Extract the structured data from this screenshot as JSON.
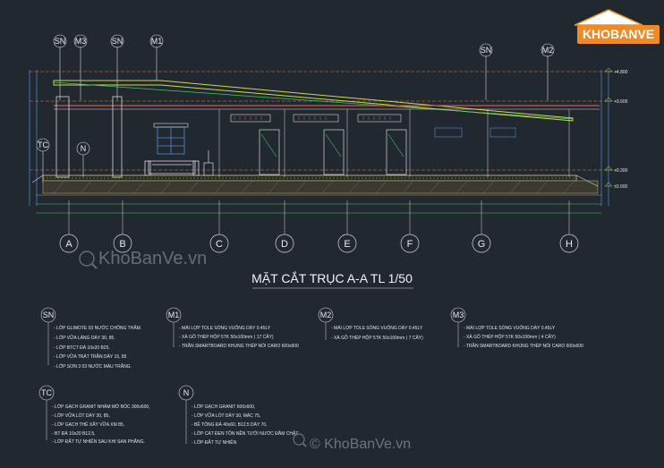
{
  "watermark": {
    "logo_text": "KHOBANVE",
    "center": "KhoBanVe.vn",
    "bottom": "© KhoBanVe.vn"
  },
  "title": "MẶT CẮT TRỤC A-A TL 1/50",
  "top_tags": [
    "SN",
    "M3",
    "SN",
    "M1",
    "SN",
    "M2"
  ],
  "side_tags": [
    "TC",
    "N"
  ],
  "level_marks": [
    "+4.800",
    "+3.600",
    "+0.300",
    "±0.000"
  ],
  "axes": [
    "A",
    "B",
    "C",
    "D",
    "E",
    "F",
    "G",
    "H"
  ],
  "colors": {
    "background": "#212830",
    "structure": "#d9d9d9",
    "roof": "#cfd94a",
    "dim_blue": "#4f8fd6",
    "dim_green": "#45c96a",
    "accent": "#e6d24a",
    "ground": "#b9a86a",
    "beam": "#c55a4a"
  },
  "legend": [
    {
      "tag": "SN",
      "lines": [
        "- LỚP GLIMOTE 03 NƯỚC CHỐNG THẤM.",
        "- LỚP VỮA LÁNG DÀY 30, 85.",
        "- LỚP BTCT ĐÁ 10x20 B25.",
        "- LỚP VỮA TRÁT TRẦN DÀY 15, 85",
        "- LỚP SƠN 3 03 NƯỚC MÀU TRẮNG."
      ]
    },
    {
      "tag": "M1",
      "lines": [
        "- MÁI LỢP TOLE SÓNG VUÔNG DÀY 0.45LY",
        "- XÀ GỒ THÉP HỘP 5TK 50x100mm ( 17 CÂY)",
        "- TRẦN SMARTBOARD KHUNG THÉP NỔI CARO 600x600"
      ]
    },
    {
      "tag": "M2",
      "lines": [
        "- MÁI LỢP TOLE SÓNG VUÔNG DÀY 0.45LY",
        "- XÀ GỒ THÉP HỘP 5TK 50x100mm ( 7 CÂY)"
      ]
    },
    {
      "tag": "M3",
      "lines": [
        "- MÁI LỢP TOLE SÓNG VUÔNG DÀY 0.45LY",
        "- XÀ GỒ THÉP HỘP 5TK 50x100mm ( 4 CÂY)",
        "- TRẦN SMARTBOARD KHUNG THÉP NỔI CARO 600x600"
      ]
    },
    {
      "tag": "TC",
      "lines": [
        "- LỚP GẠCH GRANIT NHÁM MỜ BÓC 300x600,",
        "- LỚP VỮA LÓT DÀY 30, 85,",
        "- LỚP GẠCH THẺ XÂY VỮA XM 85,",
        "- BT ĐÁ 10x20 B12.5,",
        "- LỚP ĐẤT TỰ NHIÊN SAU KHI SAN PHẲNG."
      ]
    },
    {
      "tag": "N",
      "lines": [
        "- LỚP GẠCH GRANIT 600x600,",
        "- LỚP VỮA LÓT DÀY 30, MÁC 75,",
        "- BÊ TÔNG ĐÁ 40x60, B12.5 DÀY 70,",
        "- LỚP CÁT ĐEN TÔN NỀN TƯỚI NƯỚC ĐẦM CHẶT",
        "- LỚP ĐẤT TỰ NHIÊN"
      ]
    }
  ]
}
